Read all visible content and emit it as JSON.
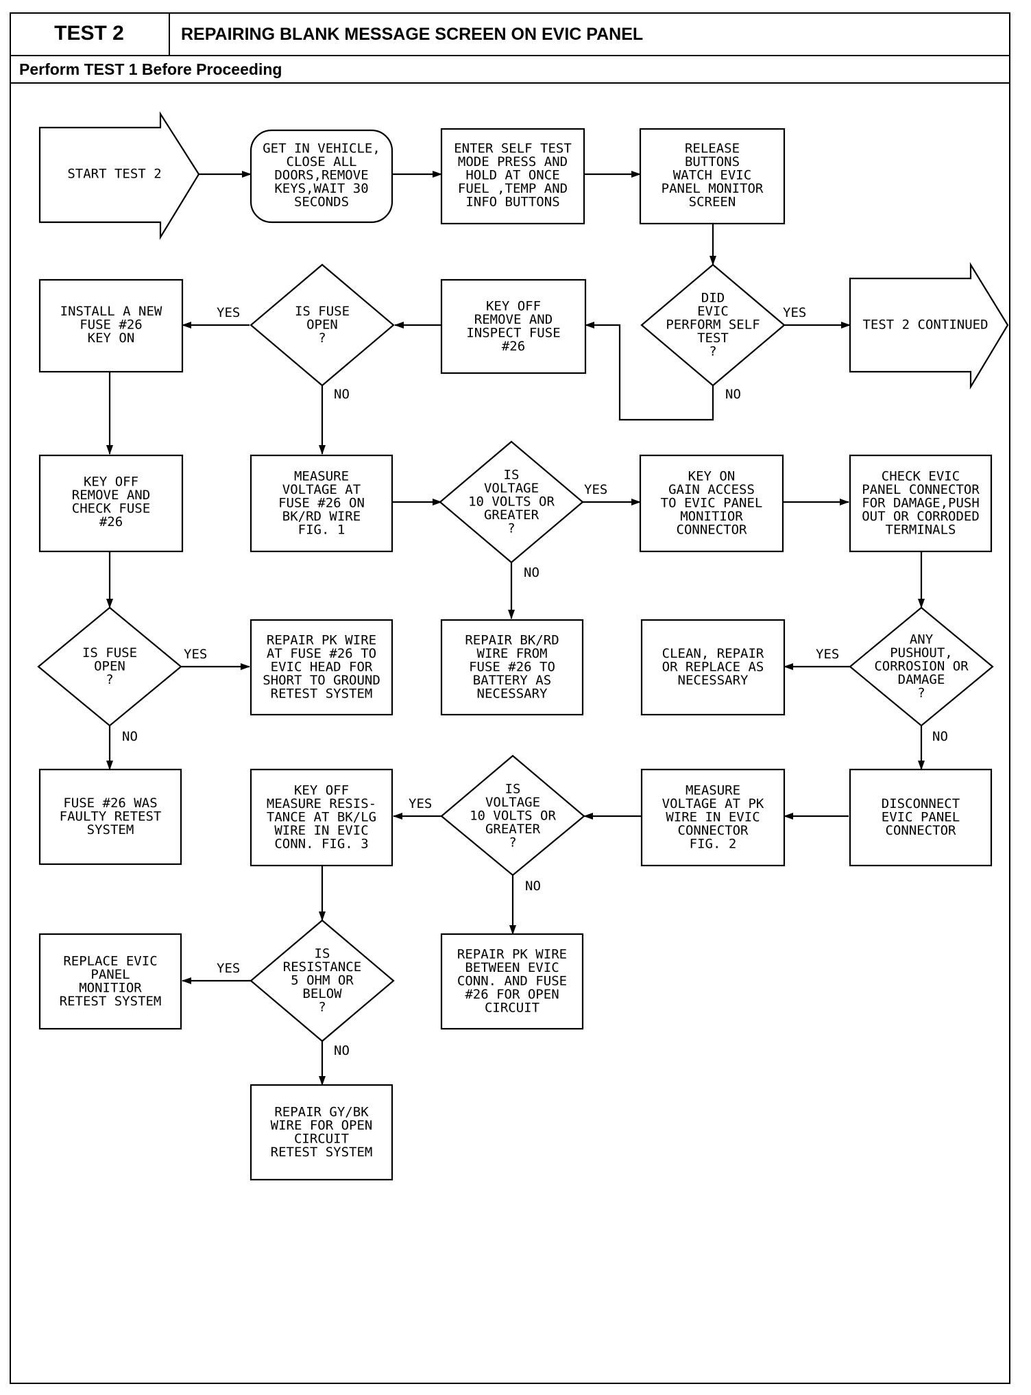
{
  "header": {
    "test_label": "TEST 2",
    "title": "REPAIRING BLANK MESSAGE SCREEN ON EVIC PANEL",
    "subtitle": "Perform TEST 1 Before Proceeding"
  },
  "nodes": {
    "start": "START TEST 2",
    "get_in_vehicle": "GET IN VEHICLE,\nCLOSE ALL\nDOORS,REMOVE\nKEYS,WAIT 30\nSECONDS",
    "enter_self_test": "ENTER SELF TEST\nMODE PRESS AND\nHOLD AT ONCE\nFUEL ,TEMP AND\nINFO BUTTONS",
    "release_buttons": "RELEASE\nBUTTONS\nWATCH EVIC\nPANEL MONITOR\nSCREEN",
    "did_evic_perform": "DID\nEVIC\nPERFORM SELF\nTEST\n?",
    "test2_continued": "TEST 2 CONTINUED",
    "key_off_inspect": "KEY OFF\nREMOVE AND\nINSPECT FUSE\n#26",
    "is_fuse_open_1": "IS FUSE\nOPEN\n?",
    "install_new_fuse": "INSTALL A NEW\nFUSE #26\nKEY ON",
    "key_off_check": "KEY OFF\nREMOVE AND\nCHECK FUSE\n#26",
    "measure_voltage_fuse": "MEASURE\nVOLTAGE AT\nFUSE #26 ON\nBK/RD WIRE\nFIG. 1",
    "is_voltage_1": "IS\nVOLTAGE\n10 VOLTS OR\nGREATER\n?",
    "key_on_gain_access": "KEY ON\nGAIN ACCESS\nTO EVIC PANEL\nMONITIOR\nCONNECTOR",
    "check_evic_connector": "CHECK EVIC\nPANEL CONNECTOR\nFOR DAMAGE,PUSH\nOUT OR CORRODED\nTERMINALS",
    "is_fuse_open_2": "IS FUSE\nOPEN\n?",
    "repair_pk_short": "REPAIR PK WIRE\nAT FUSE #26 TO\nEVIC HEAD FOR\nSHORT TO GROUND\nRETEST SYSTEM",
    "repair_bkrd": "REPAIR BK/RD\nWIRE FROM\nFUSE #26 TO\nBATTERY AS\nNECESSARY",
    "clean_repair": "CLEAN, REPAIR\nOR REPLACE AS\nNECESSARY",
    "any_pushout": "ANY\nPUSHOUT,\nCORROSION OR\nDAMAGE\n?",
    "fuse_faulty": "FUSE #26 WAS\nFAULTY RETEST\nSYSTEM",
    "key_off_measure_res": "KEY OFF\nMEASURE RESIS-\nTANCE AT BK/LG\nWIRE IN EVIC\nCONN. FIG. 3",
    "is_voltage_2": "IS\nVOLTAGE\n10 VOLTS OR\nGREATER\n?",
    "measure_voltage_pk": "MEASURE\nVOLTAGE AT PK\nWIRE IN EVIC\nCONNECTOR\nFIG. 2",
    "disconnect_evic": "DISCONNECT\nEVIC PANEL\nCONNECTOR",
    "replace_evic": "REPLACE EVIC\nPANEL\nMONITIOR\nRETEST SYSTEM",
    "is_resistance": "IS\nRESISTANCE\n5 OHM OR\nBELOW\n?",
    "repair_pk_open": "REPAIR PK WIRE\nBETWEEN EVIC\nCONN. AND FUSE\n#26 FOR OPEN\nCIRCUIT",
    "repair_gybk": "REPAIR GY/BK\nWIRE FOR OPEN\nCIRCUIT\nRETEST SYSTEM"
  },
  "edge_labels": {
    "yes_continued": "YES",
    "no_did_evic": "NO",
    "yes_fuse_open_1": "YES",
    "no_fuse_open_1": "NO",
    "yes_voltage_1": "YES",
    "no_voltage_1": "NO",
    "yes_fuse_open_2": "YES",
    "no_fuse_open_2": "NO",
    "yes_pushout": "YES",
    "no_pushout": "NO",
    "yes_voltage_2": "YES",
    "no_voltage_2": "NO",
    "yes_resistance": "YES",
    "no_resistance": "NO"
  }
}
